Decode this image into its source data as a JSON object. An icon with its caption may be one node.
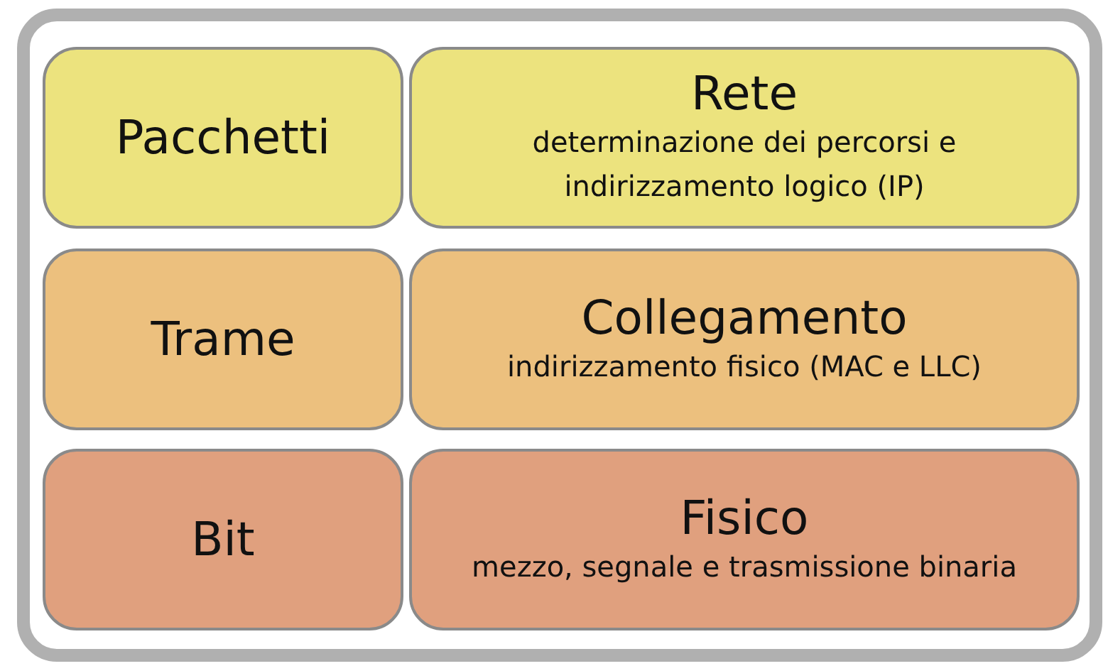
{
  "diagram": {
    "nodes": [
      {
        "text": [
          "Pacchetti"
        ]
      },
      {
        "text": [
          "Rete",
          "determinazione dei percorsi e indirizzamento logico (IP)"
        ]
      },
      {
        "text": [
          "Trame"
        ]
      },
      {
        "text": [
          "Collegamento",
          "indirizzamento fisico (MAC e LLC)"
        ]
      },
      {
        "text": [
          "Bit"
        ]
      },
      {
        "text": [
          "Fisico",
          "mezzo, segnale e trasmissione binaria"
        ]
      }
    ],
    "edges": []
  }
}
